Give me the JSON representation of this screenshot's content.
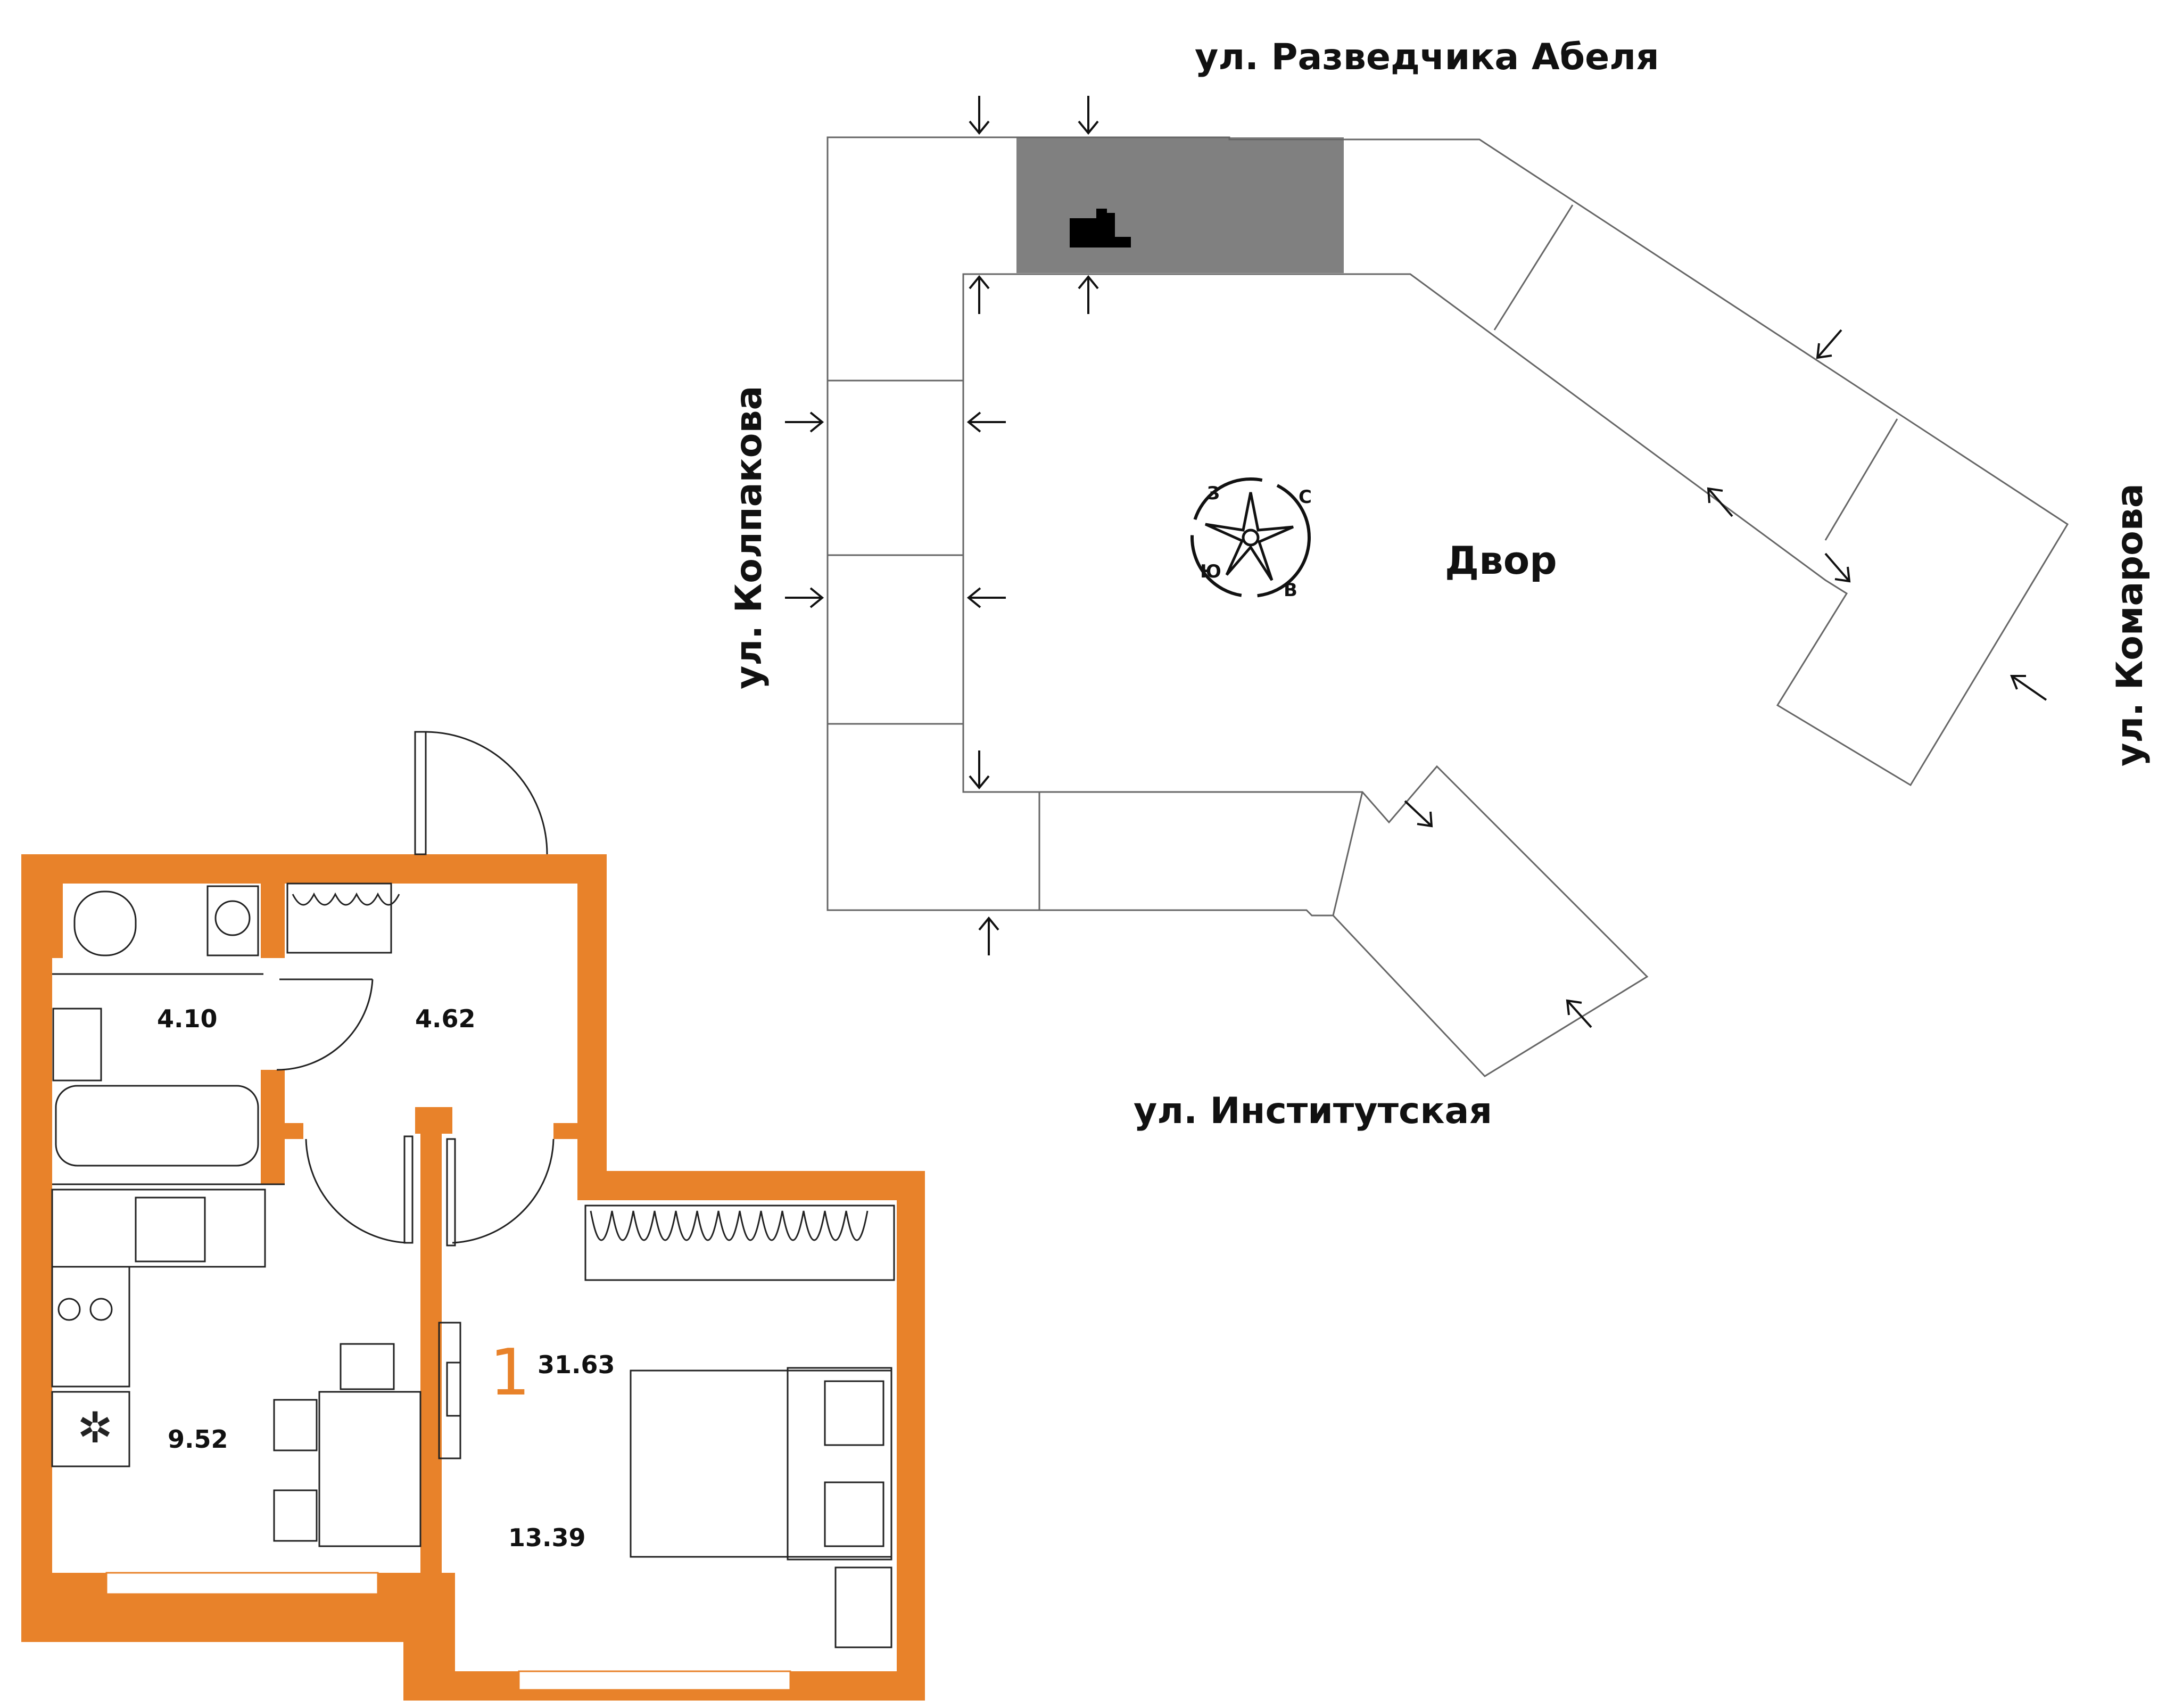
{
  "streets": {
    "north": "ул. Разведчика Абеля",
    "west": "ул. Колпакова",
    "east": "ул. Комарова",
    "south": "ул. Институтская"
  },
  "yard_label": "Двор",
  "compass": {
    "north": "С",
    "east": "В",
    "south": "Ю",
    "west": "З"
  },
  "apartment": {
    "rooms_count": "1",
    "total_area": "31.63",
    "areas": {
      "bathroom": "4.10",
      "hallway": "4.62",
      "kitchen": "9.52",
      "bedroom": "13.39"
    }
  },
  "colors": {
    "wall": "#e8822a",
    "highlight_section": "#808080",
    "building_outline": "#666666"
  }
}
